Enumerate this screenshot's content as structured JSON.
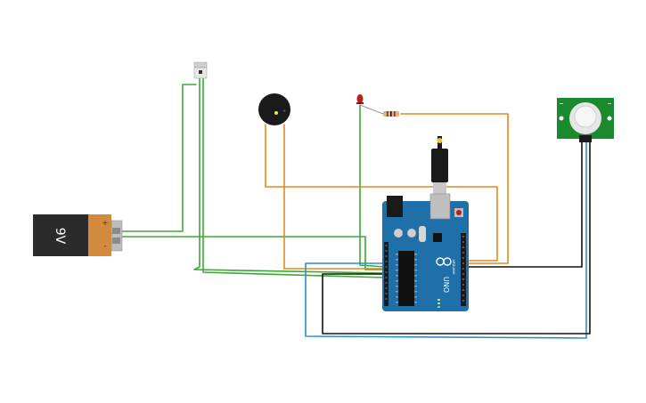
{
  "battery": {
    "voltage_label": "9V",
    "plus": "+",
    "minus": "-"
  },
  "arduino": {
    "model_label": "UNO",
    "brand_label": "ARDUINO"
  },
  "colors": {
    "green_wire": "#3aaa35",
    "orange_wire": "#e08a1e",
    "blue_wire": "#2a8fc7",
    "black_wire": "#111111",
    "board_blue": "#1f6fa8",
    "battery_body": "#2b2b2b",
    "battery_copper": "#d48a3c",
    "pir_board": "#1b8a2e",
    "led_red": "#b8201a",
    "buzzer_body": "#1a1a1a"
  }
}
